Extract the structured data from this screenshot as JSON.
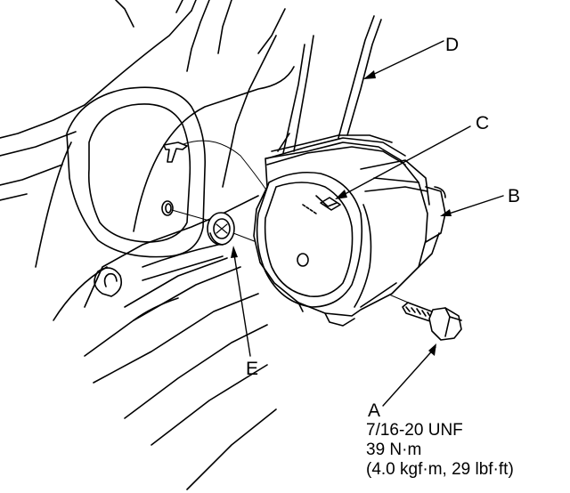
{
  "labels": {
    "a": "A",
    "b": "B",
    "c": "C",
    "d": "D",
    "e": "E"
  },
  "spec": {
    "thread": "7/16-20 UNF",
    "torque_nm": "39 N·m",
    "torque_alt": "(4.0 kgf·m, 29 lbf·ft)"
  },
  "colors": {
    "ink": "#000000",
    "paper": "#ffffff"
  }
}
